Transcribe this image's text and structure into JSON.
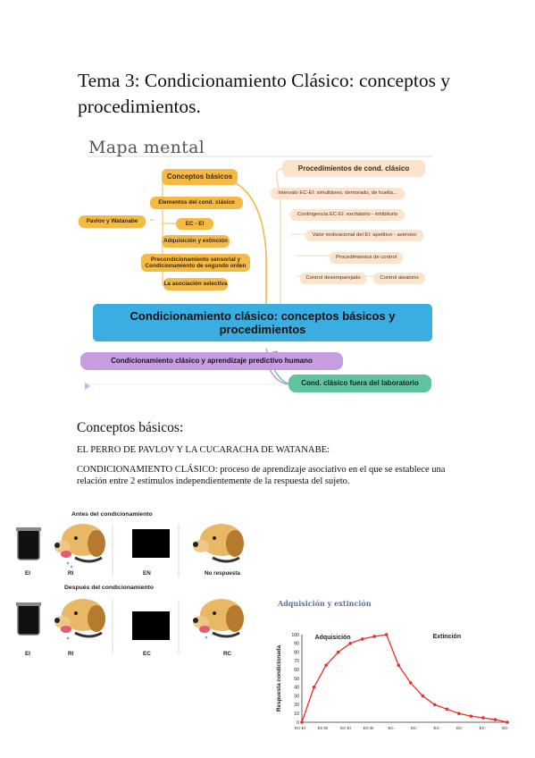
{
  "title": "Tema 3: Condicionamiento Clásico: conceptos y procedimientos.",
  "mindmap": {
    "heading": "Mapa mental",
    "central": "Condicionamiento clásico: conceptos básicos y procedimientos",
    "basic": "Conceptos básicos",
    "basic_items": [
      "Elementos del cond. clásico",
      "Pavlov y Watanabe",
      "EC - EI",
      "Adquisición y extinción",
      "Precondicionamiento sensorial y Condicionamiento de segundo orden",
      "La asociación selectiva"
    ],
    "procedures": "Procedimientos de cond. clásico",
    "procedure_items": [
      "Intervalo EC-EI: simultáneo, demorado, de huella...",
      "Contingencia EC-EI: excitatorio - inhibitorio",
      "Valor motivacional del EI: apetitivo - aversivo",
      "Procedimientos de control",
      "Control desemparejado",
      "Control aleatorio"
    ],
    "learning": "Condicionamiento clásico y aprendizaje predictivo humano",
    "outside": "Cond. clásico fuera del laboratorio"
  },
  "section": "Conceptos básicos:",
  "subheading": "EL PERRO DE PAVLOV Y LA CUCARACHA DE WATANABE:",
  "definition_label": "CONDICIONAMIENTO CLÁSICO",
  "definition_text": ": proceso de aprendizaje asociativo en el que se establece una relación entre 2 estímulos independientemente de la respuesta del sujeto.",
  "figure": {
    "before": "Antes del condicionamiento",
    "after": "Después del condicionamiento",
    "before_labels": [
      "EI",
      "RI",
      "EN",
      "No respuesta"
    ],
    "after_labels": [
      "EI",
      "RI",
      "EC",
      "RC"
    ]
  },
  "chart_data": {
    "type": "line",
    "title": "Adquisición y extinción",
    "ylabel": "Respuesta condicionada",
    "phases": [
      "Adquisición",
      "Extinción"
    ],
    "x": [
      "EC-EI",
      "EC-EI",
      "EC-EI",
      "EC-EI",
      "EC-EI",
      "EC-EI",
      "EC-EI",
      "EC-EI",
      "EC-",
      "EC-",
      "EC-",
      "EC-",
      "EC-",
      "EC-",
      "EC-",
      "EC-",
      "EC-",
      "EC-"
    ],
    "tick_labels": [
      "EC-EI",
      "EC-EI",
      "EC-EI",
      "EC-EI",
      "EC-",
      "EC-",
      "EC-",
      "EC-",
      "EC-",
      "EC-"
    ],
    "values": [
      0,
      40,
      65,
      80,
      90,
      95,
      98,
      100,
      65,
      45,
      30,
      20,
      15,
      10,
      7,
      5,
      3,
      0
    ],
    "ylim": [
      0,
      100
    ],
    "yticks": [
      "0",
      "10",
      "20",
      "30",
      "40",
      "50",
      "60",
      "70",
      "80",
      "90",
      "100"
    ],
    "color": "#e8312b"
  }
}
